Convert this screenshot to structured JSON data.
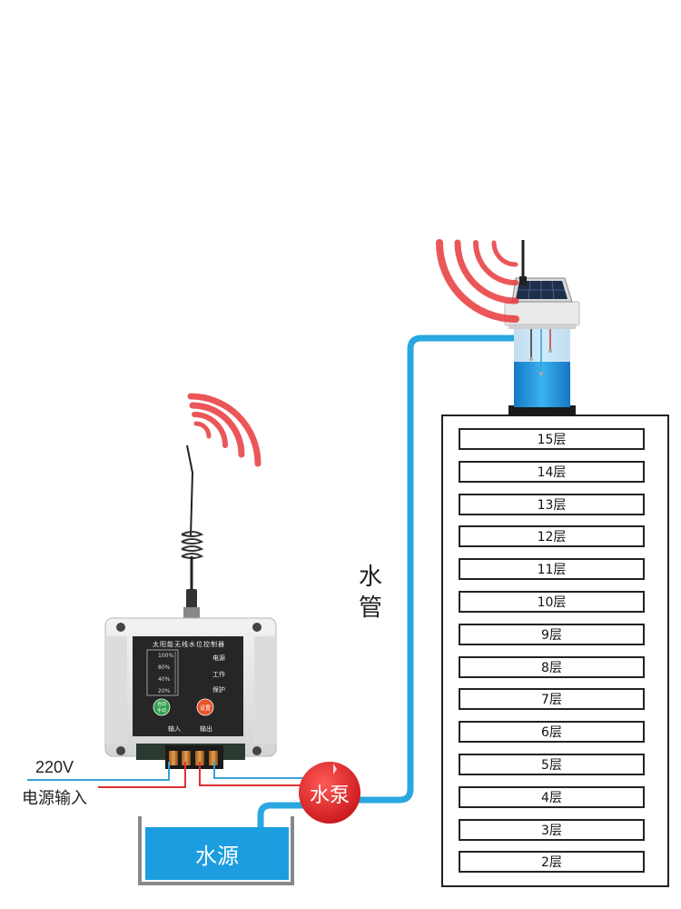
{
  "controller": {
    "title": "太阳能无线水位控制器",
    "levels": [
      "100%",
      "80%",
      "40%",
      "20%"
    ],
    "indicators": [
      "电源",
      "工作",
      "保护"
    ],
    "button_auto_label_top": "自动",
    "button_auto_label_bottom": "手动",
    "button_set_label": "设置",
    "terminal_in": "输入",
    "terminal_out": "输出"
  },
  "power": {
    "voltage": "220V",
    "label": "电源输入"
  },
  "pump": {
    "label": "水泵"
  },
  "source": {
    "label": "水源"
  },
  "pipe": {
    "label_line1": "水",
    "label_line2": "管"
  },
  "building": {
    "floors": [
      "15层",
      "14层",
      "13层",
      "12层",
      "11层",
      "10层",
      "9层",
      "8层",
      "7层",
      "6层",
      "5层",
      "4层",
      "3层",
      "2层"
    ]
  },
  "colors": {
    "pipe": "#2aa7e0",
    "water": "#1c9de0",
    "pump": "#e5262b",
    "signal": "#e8393c",
    "controller_body": "#e6e6e6",
    "controller_panel": "#262626",
    "wire_blue": "#3a9fd8",
    "wire_red": "#e03030"
  },
  "icons": [
    "antenna-icon",
    "signal-waves-icon",
    "solar-panel-icon",
    "water-level-sensor-icon"
  ]
}
